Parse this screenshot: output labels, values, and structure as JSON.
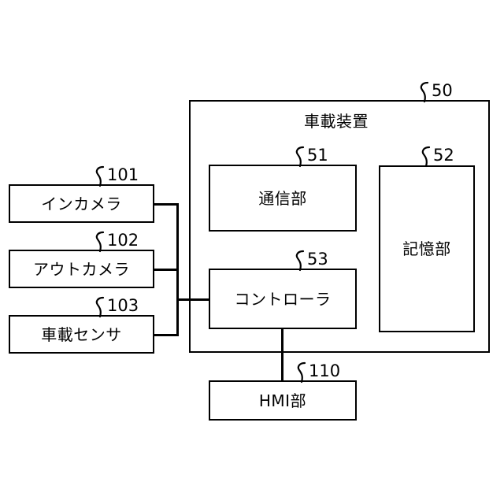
{
  "figure": {
    "type": "patent-block-diagram",
    "language": "ja",
    "background_color": "#ffffff",
    "line_color": "#000000"
  },
  "outer": {
    "title": "車載装置",
    "ref": "50"
  },
  "blocks": [
    {
      "id": "in-camera",
      "label": "インカメラ",
      "ref": "101"
    },
    {
      "id": "out-camera",
      "label": "アウトカメラ",
      "ref": "102"
    },
    {
      "id": "vehicle-sensor",
      "label": "車載センサ",
      "ref": "103"
    },
    {
      "id": "communication-unit",
      "label": "通信部",
      "ref": "51"
    },
    {
      "id": "storage-unit",
      "label": "記憶部",
      "ref": "52"
    },
    {
      "id": "controller",
      "label": "コントローラ",
      "ref": "53"
    },
    {
      "id": "hmi-unit",
      "label": "HMI部",
      "ref": "110"
    }
  ],
  "refs": {
    "outer": "50",
    "in_camera": "101",
    "out_camera": "102",
    "vehicle_sensor": "103",
    "communication_unit": "51",
    "storage_unit": "52",
    "controller": "53",
    "hmi_unit": "110"
  },
  "labels": {
    "outer_title": "車載装置",
    "in_camera": "インカメラ",
    "out_camera": "アウトカメラ",
    "vehicle_sensor": "車載センサ",
    "communication_unit": "通信部",
    "storage_unit": "記憶部",
    "controller": "コントローラ",
    "hmi_unit": "HMI部"
  }
}
